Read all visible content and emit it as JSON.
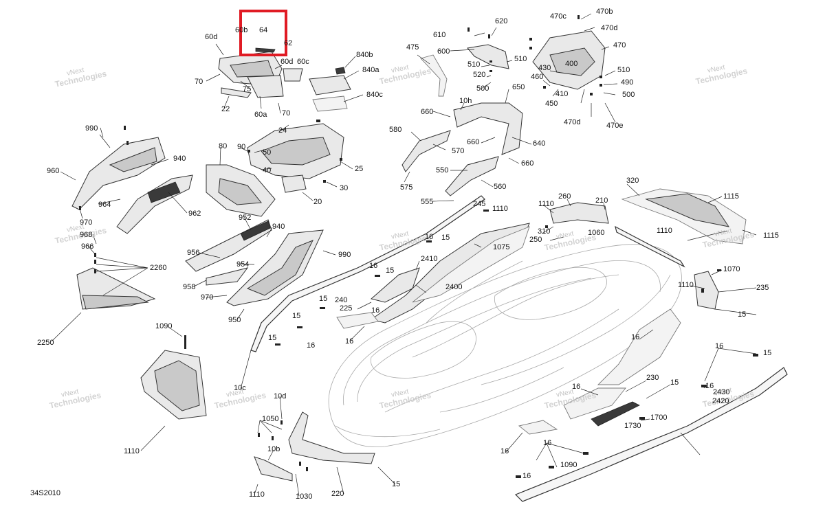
{
  "diagram": {
    "catalog_code": "34S2010",
    "watermark": {
      "line1": "vNext",
      "line2": "Technologies"
    },
    "highlight": {
      "part": "64"
    },
    "labels": [
      "60b",
      "64",
      "62",
      "60d",
      "60d",
      "60c",
      "70",
      "75",
      "22",
      "60a",
      "70",
      "840b",
      "840a",
      "840c",
      "475",
      "620",
      "610",
      "600",
      "510",
      "520",
      "500",
      "510",
      "470c",
      "470b",
      "470d",
      "470",
      "430",
      "400",
      "460",
      "410",
      "450",
      "470d",
      "470e",
      "510",
      "490",
      "500",
      "650",
      "10h",
      "660",
      "580",
      "570",
      "660",
      "640",
      "660",
      "550",
      "560",
      "575",
      "555",
      "990",
      "940",
      "960",
      "964",
      "970",
      "962",
      "24",
      "80",
      "90",
      "50",
      "40",
      "25",
      "30",
      "20",
      "952",
      "940",
      "968",
      "966",
      "956",
      "954",
      "958",
      "970",
      "950",
      "990",
      "2260",
      "2250",
      "16",
      "15",
      "16",
      "15",
      "2410",
      "16",
      "15",
      "240",
      "2400",
      "225",
      "16",
      "15",
      "16",
      "15",
      "245",
      "1110",
      "1075",
      "1110",
      "260",
      "210",
      "320",
      "1115",
      "310",
      "1060",
      "250",
      "1110",
      "1115",
      "1070",
      "1110",
      "235",
      "15",
      "16",
      "16",
      "15",
      "16",
      "2430",
      "2420",
      "230",
      "15",
      "16",
      "1730",
      "1700",
      "1090",
      "1110",
      "10c",
      "10d",
      "1050",
      "10b",
      "1030",
      "1110",
      "220",
      "15",
      "16",
      "16",
      "16",
      "1090"
    ]
  }
}
